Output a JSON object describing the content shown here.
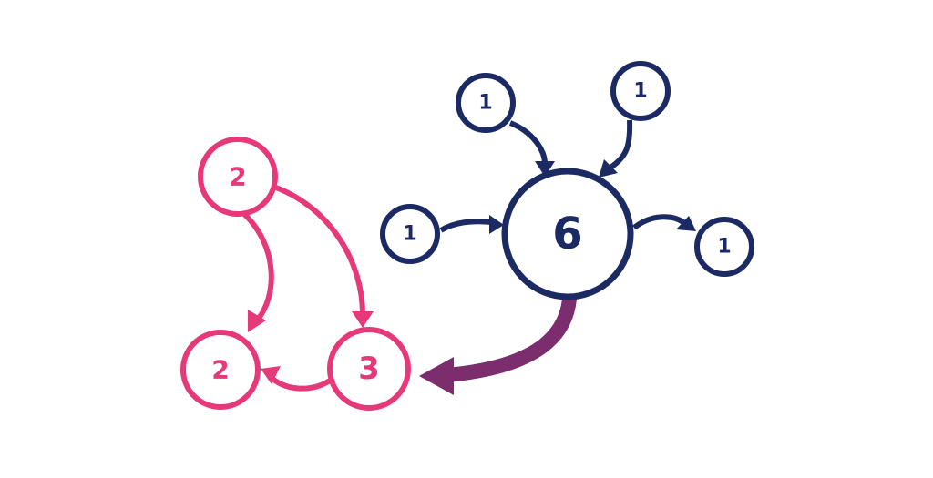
{
  "colors": {
    "pink": "#e5397a",
    "navy": "#1b2a63",
    "purple": "#7b2d6e"
  },
  "nodes": [
    {
      "id": "pink-top",
      "label": "2",
      "group": "pink"
    },
    {
      "id": "pink-bottom-left",
      "label": "2",
      "group": "pink"
    },
    {
      "id": "pink-three",
      "label": "3",
      "group": "pink"
    },
    {
      "id": "navy-center",
      "label": "6",
      "group": "navy"
    },
    {
      "id": "navy-top-left",
      "label": "1",
      "group": "navy"
    },
    {
      "id": "navy-top-right",
      "label": "1",
      "group": "navy"
    },
    {
      "id": "navy-left",
      "label": "1",
      "group": "navy"
    },
    {
      "id": "navy-right",
      "label": "1",
      "group": "navy"
    }
  ],
  "edges": [
    {
      "from": "pink-top",
      "to": "pink-bottom-left",
      "group": "pink"
    },
    {
      "from": "pink-top",
      "to": "pink-three",
      "group": "pink"
    },
    {
      "from": "pink-three",
      "to": "pink-bottom-left",
      "group": "pink"
    },
    {
      "from": "navy-top-left",
      "to": "navy-center",
      "group": "navy"
    },
    {
      "from": "navy-top-right",
      "to": "navy-center",
      "group": "navy"
    },
    {
      "from": "navy-left",
      "to": "navy-center",
      "group": "navy"
    },
    {
      "from": "navy-center",
      "to": "navy-right",
      "group": "navy"
    },
    {
      "from": "navy-center",
      "to": "pink-three",
      "group": "purple"
    }
  ]
}
